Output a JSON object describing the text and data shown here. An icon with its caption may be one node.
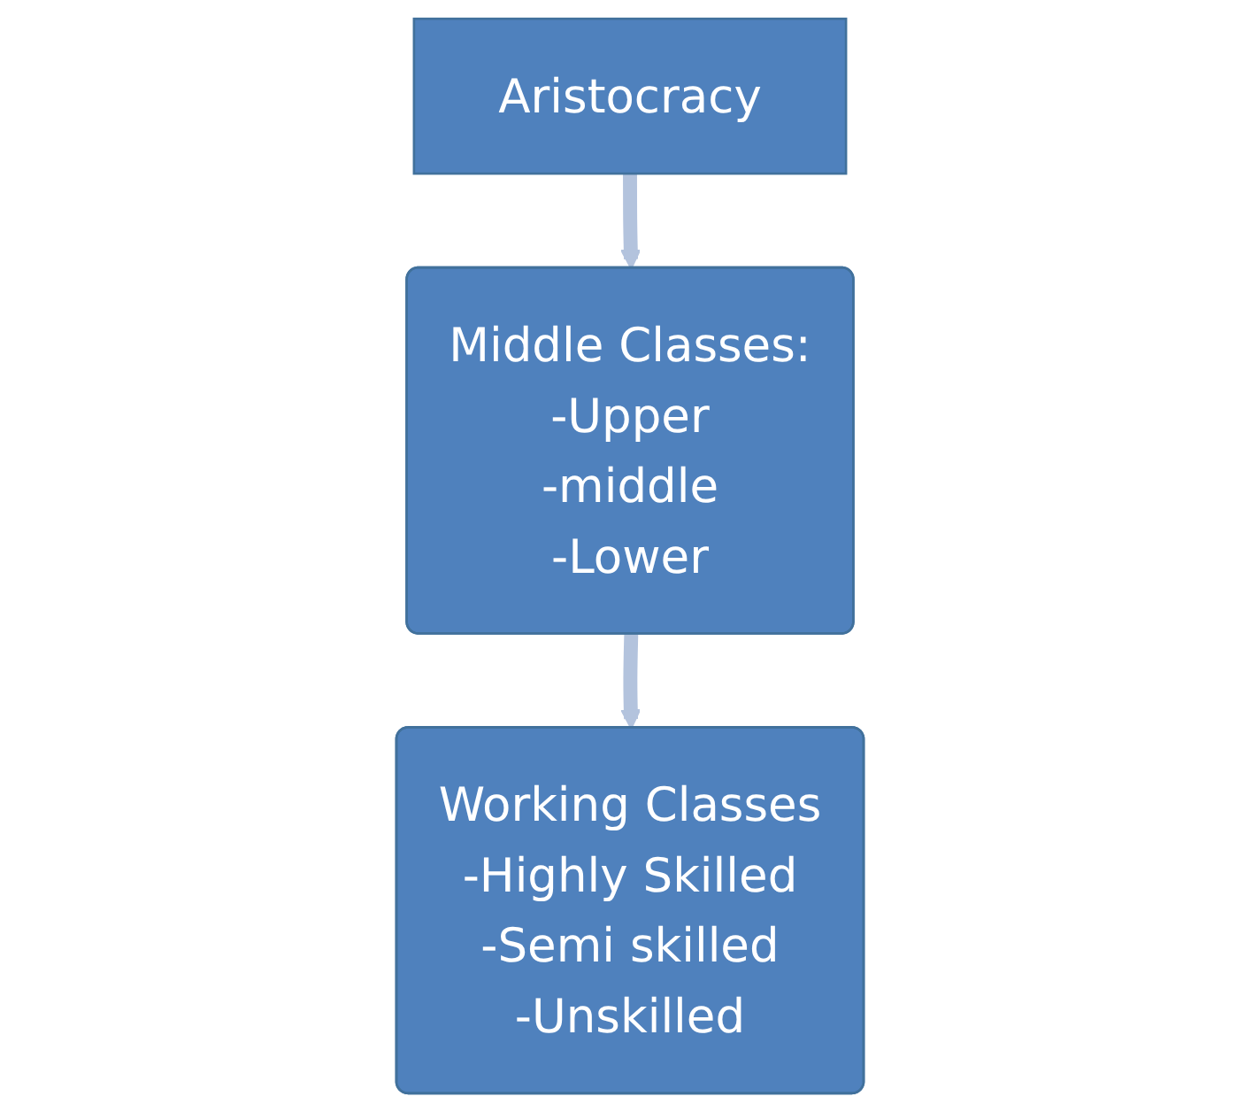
{
  "diagram": {
    "nodes": [
      {
        "text": [
          "Aristocracy"
        ]
      },
      {
        "text": [
          "Middle Classes:",
          "-Upper",
          "-middle",
          "-Lower"
        ]
      },
      {
        "text": [
          "Working Classes",
          "-Highly Skilled",
          "-Semi skilled",
          "-Unskilled"
        ]
      }
    ],
    "edges": [
      {
        "from": 0,
        "to": 1,
        "arrow": "to"
      },
      {
        "from": 1,
        "to": 2,
        "arrow": "to"
      }
    ]
  }
}
